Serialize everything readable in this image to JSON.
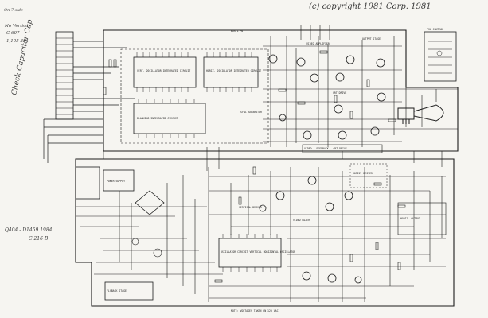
{
  "page": {
    "header_note": "(c) copyright 1981 Corp. 1981",
    "margin_notes": {
      "top_left_1": "On 7 side",
      "top_left_2": "No Vertical",
      "top_left_3": "C 607",
      "top_left_4": "1,105 3S1",
      "side_vertical": "Check Capacitor Cap",
      "mid_left_1": "Q404 - D1459 1984",
      "mid_left_2": "C 216 B"
    }
  },
  "upper_section": {
    "title_top": "BUS 1 MV",
    "blocks": [
      {
        "id": "vert-osc",
        "label": "VERT. OSCILLATOR INTEGRATED CIRCUIT"
      },
      {
        "id": "horiz-osc",
        "label": "HORIZ. OSCILLATOR INTEGRATED CIRCUIT"
      },
      {
        "id": "sync-sep",
        "label": "SYNC SEPARATOR"
      },
      {
        "id": "blanking",
        "label": "BLANKING INTEGRATED CIRCUIT"
      },
      {
        "id": "video-amp",
        "label": "VIDEO AMPLIFIER"
      },
      {
        "id": "output",
        "label": "OUTPUT STAGE"
      },
      {
        "id": "crt-drive",
        "label": "CRT DRIVE"
      },
      {
        "id": "video-bus",
        "label": "VIDEO - FEEDBACK - CRT DRIVE"
      },
      {
        "id": "psu-ctrl",
        "label": "PSU CONTROL"
      }
    ]
  },
  "lower_section": {
    "blocks": [
      {
        "id": "power-supply",
        "label": "POWER SUPPLY"
      },
      {
        "id": "vert-driver",
        "label": "VERTICAL DRIVER"
      },
      {
        "id": "horiz-driver",
        "label": "HORIZ. DRIVER"
      },
      {
        "id": "video-mix",
        "label": "VIDEO MIXER"
      },
      {
        "id": "osc-ic",
        "label": "OSCILLATOR CIRCUIT VERTICAL HORIZONTAL OSCILLATOR"
      },
      {
        "id": "horiz-out",
        "label": "HORIZ. OUTPUT"
      },
      {
        "id": "flyback",
        "label": "FLYBACK STAGE"
      },
      {
        "id": "note-bottom",
        "label": "NOTE: VOLTAGES TAKEN ON 120 VAC"
      }
    ]
  },
  "colors": {
    "ink": "#1c1c1c",
    "paper": "#f6f5f1",
    "pencil": "#555555"
  }
}
